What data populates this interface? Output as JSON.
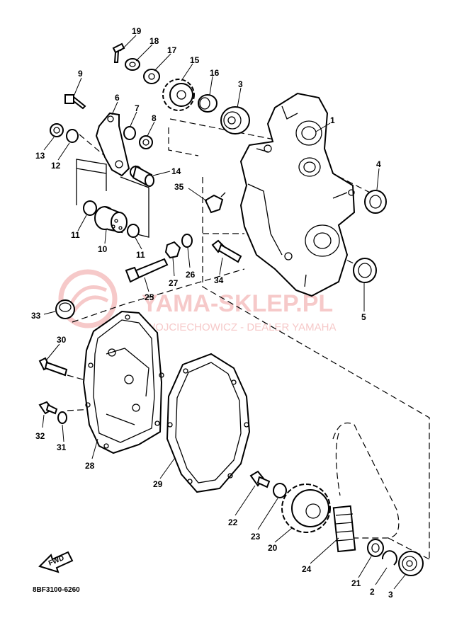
{
  "watermark": {
    "brand": "YAMA-SKLEP.PL",
    "dealer": "WOJCIECHOWICZ - DEALER YAMAHA"
  },
  "fwd_label": "FWD",
  "diagram_code": "8BF3100-6260",
  "colors": {
    "line": "#000000",
    "watermark": "#f6c9c9"
  },
  "callouts": {
    "c1": "1",
    "c2": "2",
    "c3a": "3",
    "c3b": "3",
    "c4": "4",
    "c5": "5",
    "c6": "6",
    "c7": "7",
    "c8": "8",
    "c9": "9",
    "c10": "10",
    "c11a": "11",
    "c11b": "11",
    "c12": "12",
    "c13": "13",
    "c14": "14",
    "c15": "15",
    "c16": "16",
    "c17": "17",
    "c18": "18",
    "c19": "19",
    "c20": "20",
    "c21": "21",
    "c22": "22",
    "c23": "23",
    "c24": "24",
    "c25": "25",
    "c26": "26",
    "c27": "27",
    "c28": "28",
    "c29": "29",
    "c30": "30",
    "c31": "31",
    "c32": "32",
    "c33": "33",
    "c34": "34",
    "c35": "35"
  }
}
